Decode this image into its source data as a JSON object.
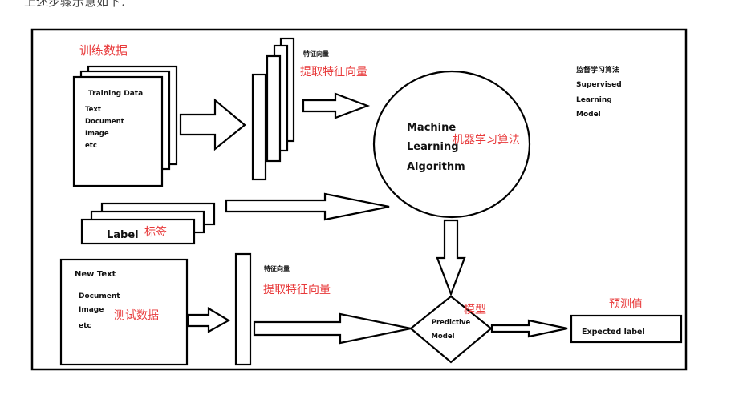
{
  "header_text": "上述步骤示意如下：",
  "training": {
    "title_cn": "训练数据",
    "doc_title": "Training Data",
    "items": [
      "Text",
      "Document",
      "Image",
      "etc"
    ]
  },
  "feature_top": {
    "label_small": "特征向量",
    "label_cn": "提取特征向量"
  },
  "algorithm": {
    "line1": "Machine",
    "line2": "Learning",
    "line3": "Algorithm",
    "label_cn": "机器学习算法"
  },
  "supervised": {
    "title_cn": "监督学习算法",
    "lines": [
      "Supervised",
      "Learning",
      "Model"
    ]
  },
  "label_box": {
    "text": "Label",
    "label_cn": "标签"
  },
  "test": {
    "title": "New Text",
    "items": [
      "Document",
      "Image",
      "etc"
    ],
    "label_cn": "测试数据"
  },
  "feature_bottom": {
    "label_small": "特征向量",
    "label_cn": "提取特征向量"
  },
  "model": {
    "line1": "Predictive",
    "line2": "Model",
    "label_cn": "模型"
  },
  "output": {
    "text": "Expected label",
    "label_cn": "预测值"
  }
}
